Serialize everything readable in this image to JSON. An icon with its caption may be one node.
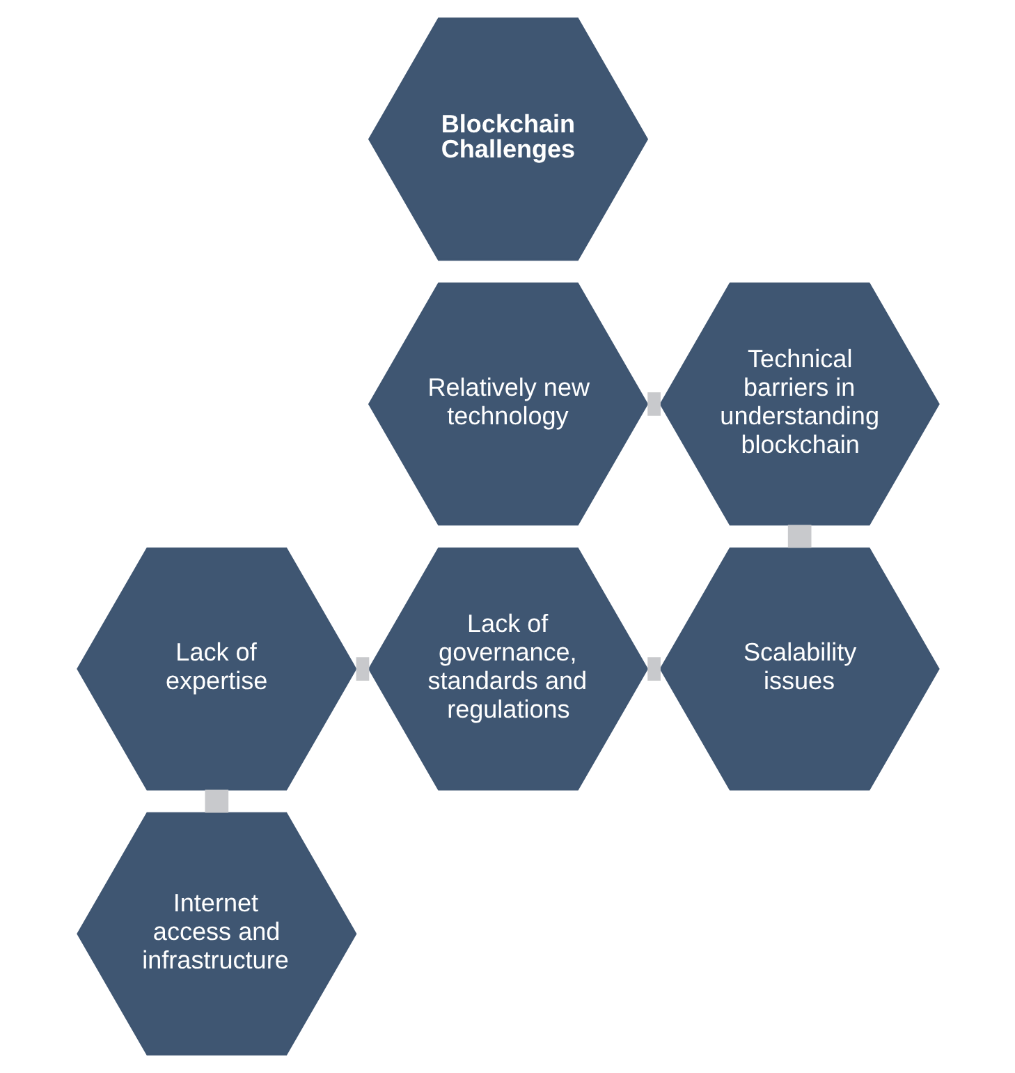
{
  "diagram": {
    "nodes": [
      {
        "text": [
          "Relatively new technology"
        ]
      },
      {
        "text": [
          "Internet access and infrastructure"
        ]
      },
      {
        "text": [
          "Technical barriers in understanding blockchain"
        ]
      },
      {
        "text": [
          "Blockchain Challenges"
        ]
      },
      {
        "text": [
          "Lack of expertise"
        ]
      },
      {
        "text": [
          "Scalability issues"
        ]
      },
      {
        "text": [
          "Lack of governance, standards and regulations"
        ]
      }
    ],
    "edges": [
      {
        "from": 0,
        "to": 2,
        "arrow": "none"
      },
      {
        "from": 2,
        "to": 5,
        "arrow": "none"
      },
      {
        "from": 5,
        "to": 6,
        "arrow": "none"
      },
      {
        "from": 6,
        "to": 4,
        "arrow": "none"
      },
      {
        "from": 4,
        "to": 1,
        "arrow": "none"
      }
    ]
  }
}
